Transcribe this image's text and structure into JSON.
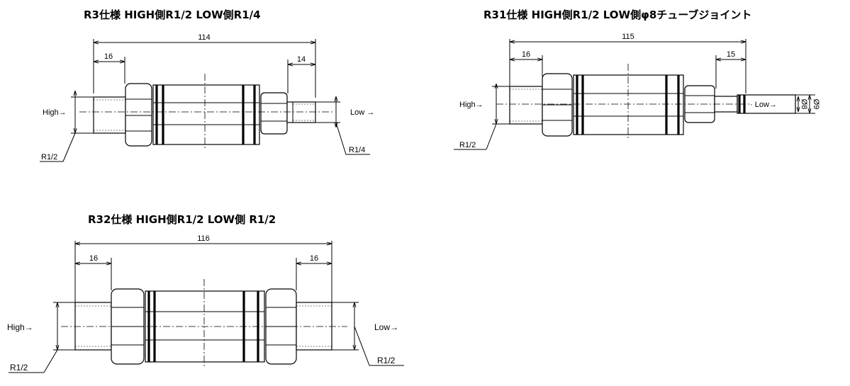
{
  "titles": {
    "r3": "R3仕様 HIGH側R1/2 LOW側R1/4",
    "r31": "R31仕様 HIGH側R1/2 LOW側φ8チューブジョイント",
    "r32": "R32仕様 HIGH側R1/2 LOW側 R1/2"
  },
  "r3": {
    "overall": "114",
    "left_dim": "16",
    "right_dim": "14",
    "inlet_label": "High→",
    "outlet_label": "Low →",
    "inlet_thread": "R1/2",
    "outlet_thread": "R1/4"
  },
  "r31": {
    "overall": "115",
    "left_dim": "16",
    "right_dim": "15",
    "inlet_label": "High→",
    "outlet_label": "· Low→",
    "inlet_thread": "R1/2",
    "dia_inner": "Ø8",
    "dia_outer": "Ø9"
  },
  "r32": {
    "overall": "116",
    "left_dim": "16",
    "right_dim": "16",
    "inlet_label": "High→",
    "outlet_label": "Low→",
    "inlet_thread": "R1/2",
    "outlet_thread": "R1/2"
  }
}
